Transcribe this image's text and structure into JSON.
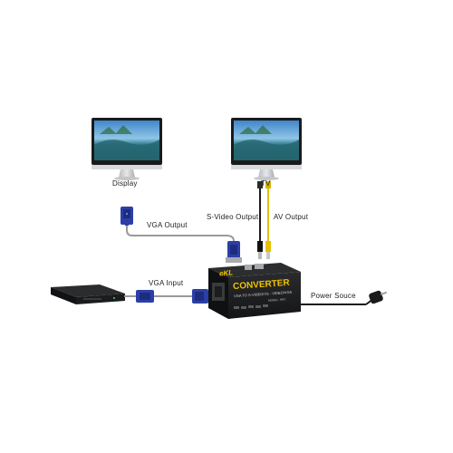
{
  "labels": {
    "display": "Display",
    "tv": "TV",
    "vga_output": "VGA Output",
    "svideo_output": "S-Video Output",
    "av_output": "AV Output",
    "vga_input": "VGA Input",
    "power_source": "Power Souce"
  },
  "device": {
    "brand": "eKL",
    "title": "CONVERTER",
    "subtitle": "VGA TO S-VIDEO/VS - VIDEO/VGA",
    "model": "MODEL : MFC"
  },
  "colors": {
    "vga_blue": "#2b3fa8",
    "cable_gray": "#9a9a9a",
    "cable_black": "#1a1a1a",
    "rca_yellow": "#e3c100",
    "device_body": "#1c1d1e",
    "brand_yellow": "#f2c200"
  }
}
